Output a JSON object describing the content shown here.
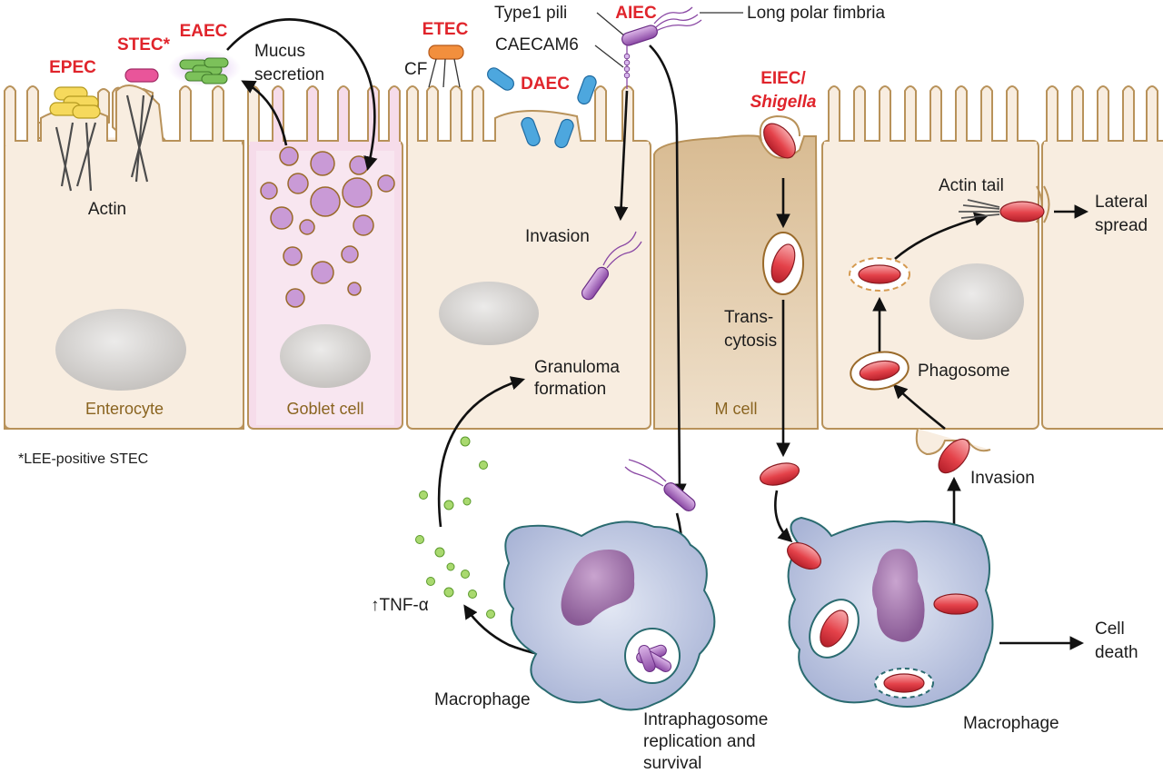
{
  "pathogens": {
    "epec": "EPEC",
    "stec": "STEC*",
    "eaec": "EAEC",
    "etec": "ETEC",
    "daec": "DAEC",
    "aiec": "AIEC",
    "eiec_line1": "EIEC/",
    "eiec_line2": "Shigella"
  },
  "labels": {
    "actin": "Actin",
    "mucus_line1": "Mucus",
    "mucus_line2": "secretion",
    "cf": "CF",
    "type1_pili": "Type1 pili",
    "caecam6": "CAECAM6",
    "long_polar_fimbria": "Long polar fimbria",
    "invasion_left": "Invasion",
    "granuloma_line1": "Granuloma",
    "granuloma_line2": "formation",
    "transcytosis_line1": "Trans-",
    "transcytosis_line2": "cytosis",
    "actin_tail": "Actin tail",
    "lateral_line1": "Lateral",
    "lateral_line2": "spread",
    "phagosome": "Phagosome",
    "invasion_right": "Invasion",
    "tnf": "↑TNF-α",
    "macrophage_left": "Macrophage",
    "intra_line1": "Intraphagosome",
    "intra_line2": "replication and",
    "intra_line3": "survival",
    "macrophage_right": "Macrophage",
    "cell_death_line1": "Cell",
    "cell_death_line2": "death",
    "footnote": "*LEE-positive STEC"
  },
  "cells": {
    "enterocyte": "Enterocyte",
    "goblet": "Goblet cell",
    "m_cell": "M cell"
  },
  "colors": {
    "cell_fill": "#f8ede0",
    "cell_border": "#b8925a",
    "goblet_fill": "#f6dcea",
    "mcell_fill": "#e2cba9",
    "nucleus": "#d6d4d2",
    "vesicle": "#c99ad6",
    "macrophage": "#c3cbe3",
    "macrophage_border": "#2a6b70",
    "red_bacteria": "#e4424a",
    "purple_bacteria": "#a868c0",
    "label_red": "#e0242b"
  }
}
